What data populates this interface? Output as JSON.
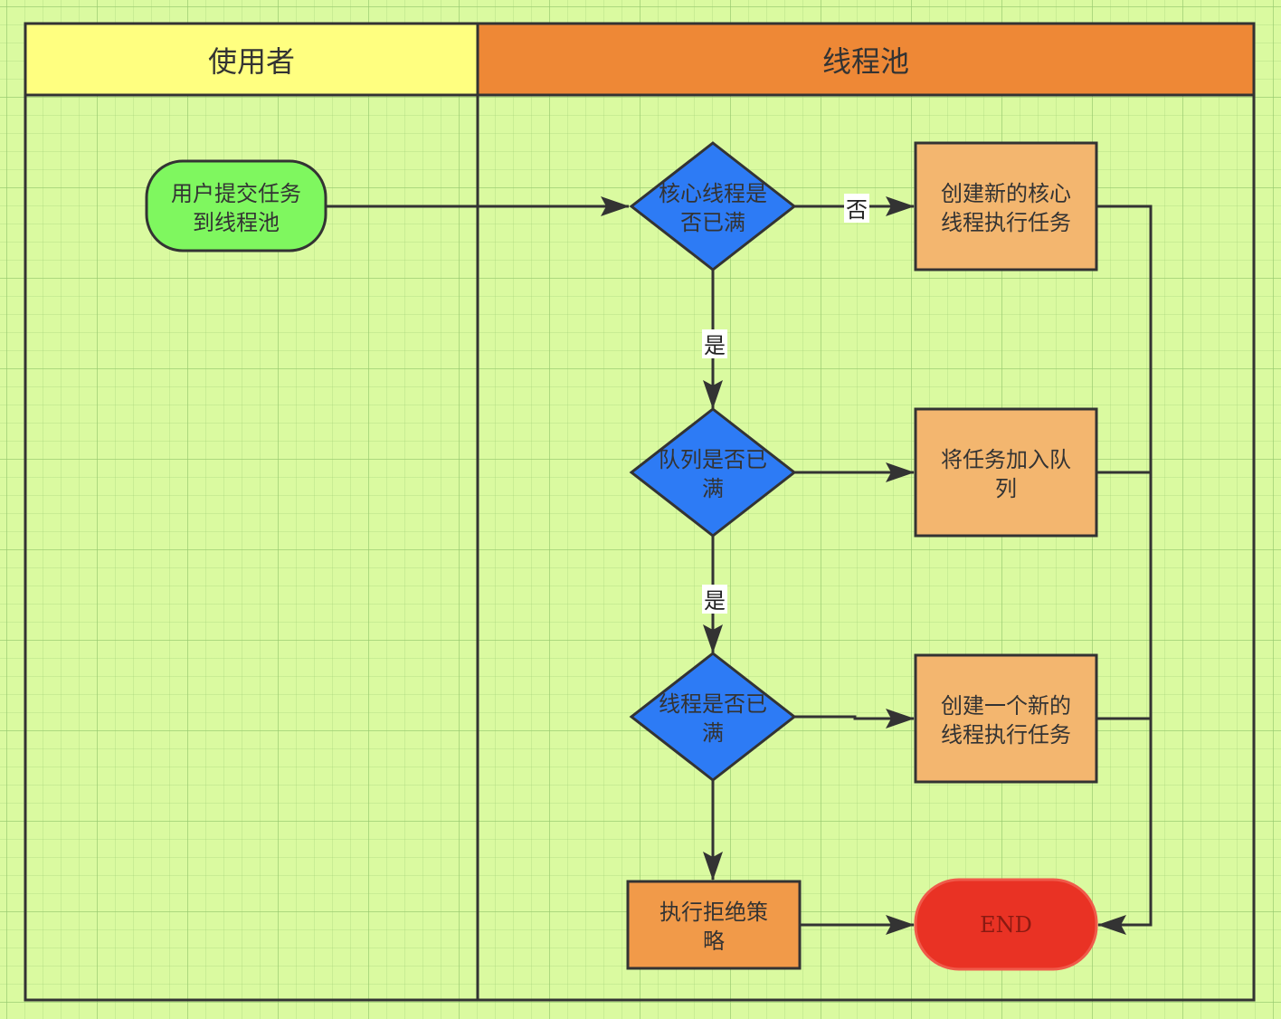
{
  "lanes": [
    {
      "title": "使用者",
      "color": "#ffff80"
    },
    {
      "title": "线程池",
      "color": "#ee8836"
    }
  ],
  "nodes": {
    "start": {
      "lines": [
        "用户提交任务",
        "到线程池"
      ],
      "color": "#7ff75f"
    },
    "core_full": {
      "lines": [
        "核心线程是",
        "否已满"
      ],
      "color": "#2d7bf5"
    },
    "create_core": {
      "lines": [
        "创建新的核心",
        "线程执行任务"
      ],
      "color": "#f3b66f"
    },
    "queue_full": {
      "lines": [
        "队列是否已",
        "满"
      ],
      "color": "#2d7bf5"
    },
    "add_queue": {
      "lines": [
        "将任务加入队",
        "列"
      ],
      "color": "#f3b66f"
    },
    "thread_full": {
      "lines": [
        "线程是否已",
        "满"
      ],
      "color": "#2d7bf5"
    },
    "create_thread": {
      "lines": [
        "创建一个新的",
        "线程执行任务"
      ],
      "color": "#f3b66f"
    },
    "reject": {
      "lines": [
        "执行拒绝策",
        "略"
      ],
      "color": "#f19a49"
    },
    "end": {
      "lines": [
        "END"
      ],
      "color": "#e93224"
    }
  },
  "edge_labels": {
    "no": "否",
    "yes_1": "是",
    "yes_2": "是"
  }
}
